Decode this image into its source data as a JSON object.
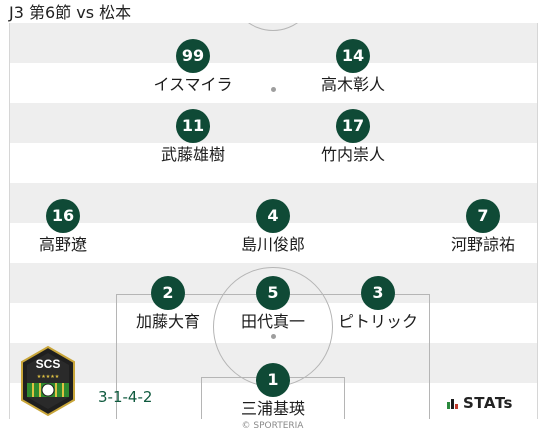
{
  "header": {
    "title": "J3 第6節 vs 松本"
  },
  "formation": "3-1-4-2",
  "branding": {
    "stats_label": "STATs",
    "credit": "© SPORTERIA"
  },
  "team_emblem": {
    "text": "SCS"
  },
  "players": [
    {
      "number": "99",
      "name": "イスマイラ"
    },
    {
      "number": "14",
      "name": "高木彰人"
    },
    {
      "number": "11",
      "name": "武藤雄樹"
    },
    {
      "number": "17",
      "name": "竹内崇人"
    },
    {
      "number": "16",
      "name": "高野遼"
    },
    {
      "number": "4",
      "name": "島川俊郎"
    },
    {
      "number": "7",
      "name": "河野諒祐"
    },
    {
      "number": "2",
      "name": "加藤大育"
    },
    {
      "number": "5",
      "name": "田代真一"
    },
    {
      "number": "3",
      "name": "ピトリック"
    },
    {
      "number": "1",
      "name": "三浦基瑛"
    }
  ],
  "colors": {
    "player_circle": "#0f4a36",
    "formation_text": "#0f5a3e",
    "stripe": "#eeeeee"
  }
}
